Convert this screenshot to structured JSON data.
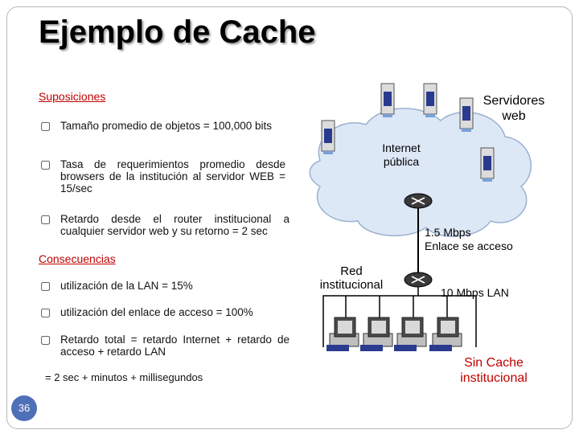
{
  "title": "Ejemplo de Cache",
  "page_number": "36",
  "assumptions": {
    "heading": "Suposiciones",
    "items": [
      "Tamaño promedio de objetos = 100,000 bits",
      "Tasa de requerimientos promedio desde browsers de la institución al servidor WEB = 15/sec",
      "Retardo desde el router institucional a cualquier servidor web y su retorno = 2 sec"
    ]
  },
  "consequences": {
    "heading": "Consecuencias",
    "items": [
      "utilización de la LAN = 15%",
      "utilización del enlace de acceso = 100%",
      "Retardo total = retardo Internet + retardo de acceso + retardo LAN"
    ],
    "formula": "= 2 sec + minutos + millisegundos"
  },
  "diagram": {
    "servers_label": "Servidores web",
    "internet_label": "Internet pública",
    "access_link_label_1": "1.5 Mbps",
    "access_link_label_2": "Enlace se acceso",
    "network_label": "Red institucional",
    "lan_label": "10 Mbps LAN",
    "no_cache_label_1": "Sin Cache",
    "no_cache_label_2": "institucional"
  },
  "colors": {
    "accent_red": "#c00000",
    "cloud_fill": "#dde8f7",
    "cloud_stroke": "#9bb0d0",
    "server_body": "#dcdcdc",
    "server_stripe": "#2a3b8f",
    "router_fill": "#3a3a3a"
  }
}
